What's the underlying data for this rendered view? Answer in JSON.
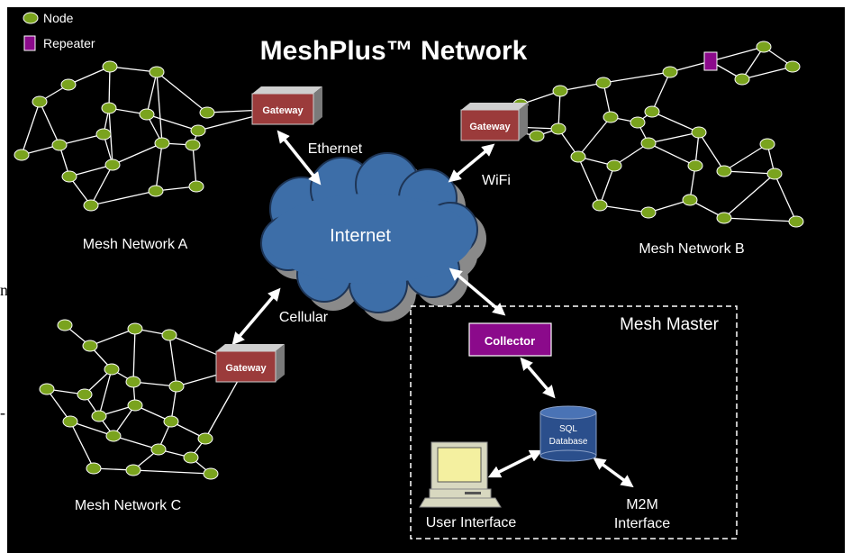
{
  "title": "MeshPlus™ Network",
  "legend": {
    "node_label": "Node",
    "repeater_label": "Repeater"
  },
  "cloud_label": "Internet",
  "networks": {
    "a": "Mesh Network A",
    "b": "Mesh Network B",
    "c": "Mesh Network C"
  },
  "gateway_label": "Gateway",
  "links": {
    "ethernet": "Ethernet",
    "wifi": "WiFi",
    "cellular": "Cellular"
  },
  "mesh_master": {
    "title": "Mesh Master",
    "collector": "Collector",
    "db_line1": "SQL",
    "db_line2": "Database",
    "user_interface": "User Interface",
    "m2m_line1": "M2M",
    "m2m_line2": "Interface"
  },
  "margin_marks": [
    "n",
    "-"
  ],
  "colors": {
    "background": "#000000",
    "node_fill": "#7aa31e",
    "repeater_fill": "#8b0a8b",
    "gateway_fill": "#9b3b3b",
    "collector_fill": "#8b0a8b",
    "cloud_fill": "#3d6ea8",
    "db_fill": "#2b4f8c",
    "monitor_fill": "#f4f0a0"
  }
}
